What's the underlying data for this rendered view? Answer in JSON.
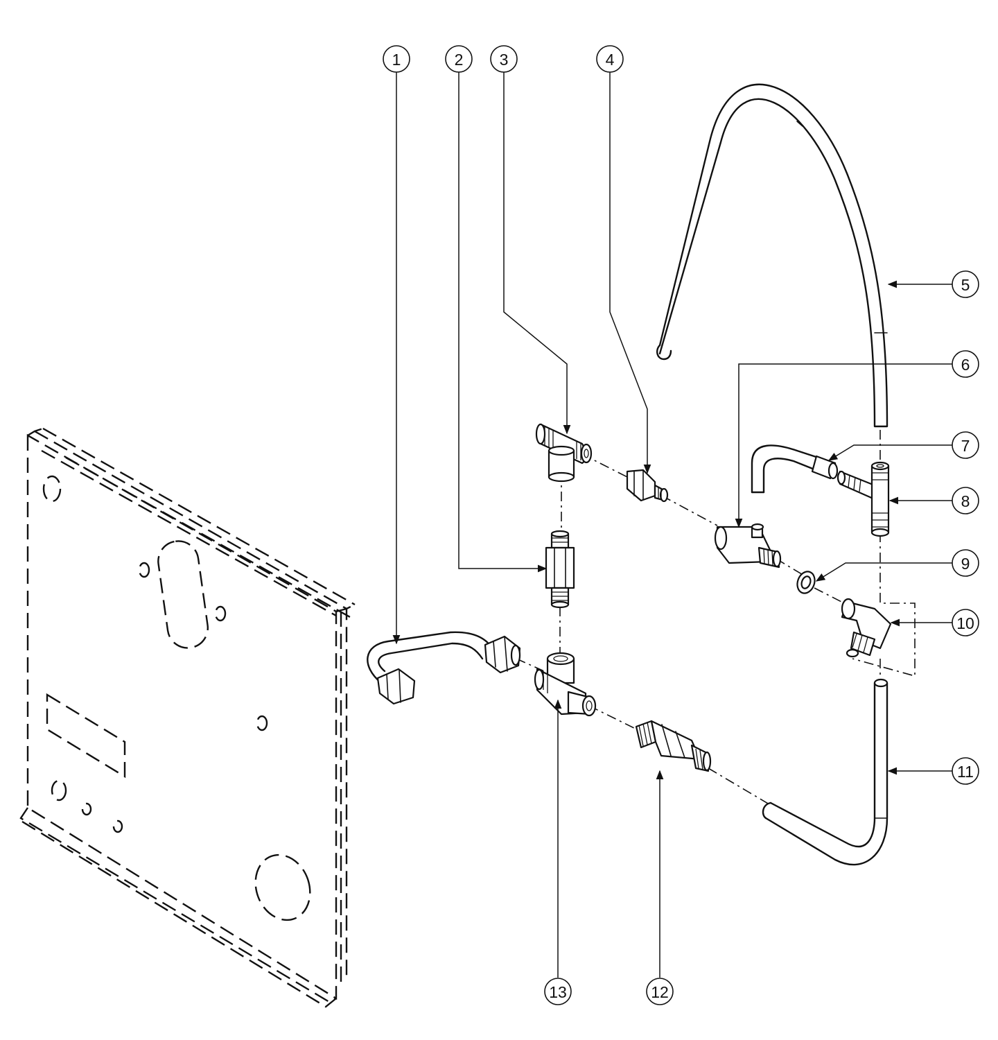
{
  "callouts": [
    {
      "id": "callout-1",
      "label": "1"
    },
    {
      "id": "callout-2",
      "label": "2"
    },
    {
      "id": "callout-3",
      "label": "3"
    },
    {
      "id": "callout-4",
      "label": "4"
    },
    {
      "id": "callout-5",
      "label": "5"
    },
    {
      "id": "callout-6",
      "label": "6"
    },
    {
      "id": "callout-7",
      "label": "7"
    },
    {
      "id": "callout-8",
      "label": "8"
    },
    {
      "id": "callout-9",
      "label": "9"
    },
    {
      "id": "callout-10",
      "label": "10"
    },
    {
      "id": "callout-11",
      "label": "11"
    },
    {
      "id": "callout-12",
      "label": "12"
    },
    {
      "id": "callout-13",
      "label": "13"
    }
  ],
  "colors": {
    "line": "#111111",
    "background": "#ffffff"
  }
}
